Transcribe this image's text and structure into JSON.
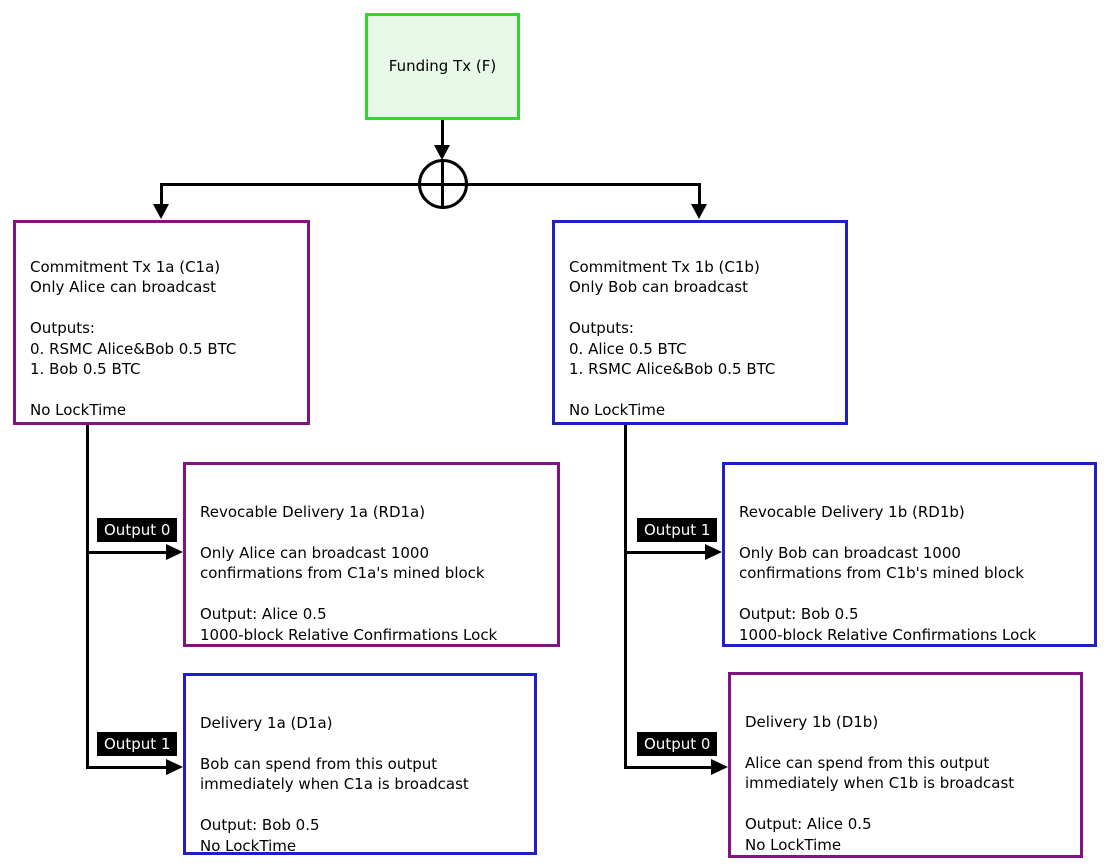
{
  "diagram": {
    "nodes": {
      "funding": {
        "label": "Funding Tx (F)"
      },
      "c1a": {
        "text": "Commitment Tx 1a (C1a)\nOnly Alice can broadcast\n\nOutputs:\n0. RSMC Alice&Bob 0.5 BTC\n1. Bob 0.5 BTC\n\nNo LockTime"
      },
      "c1b": {
        "text": "Commitment Tx 1b (C1b)\nOnly Bob can broadcast\n\nOutputs:\n0. Alice 0.5 BTC\n1. RSMC Alice&Bob 0.5 BTC\n\nNo LockTime"
      },
      "rd1a": {
        "text": "Revocable Delivery 1a (RD1a)\n\nOnly Alice can broadcast 1000\nconfirmations from C1a's mined block\n\nOutput: Alice 0.5\n1000-block Relative Confirmations Lock"
      },
      "d1a": {
        "text": "Delivery 1a (D1a)\n\nBob can spend from this output\nimmediately when C1a is broadcast\n\nOutput: Bob 0.5\nNo LockTime"
      },
      "rd1b": {
        "text": "Revocable Delivery 1b (RD1b)\n\nOnly Bob can broadcast 1000\nconfirmations from C1b's mined block\n\nOutput: Bob 0.5\n1000-block Relative Confirmations Lock"
      },
      "d1b": {
        "text": "Delivery 1b (D1b)\n\nAlice can spend from this output\nimmediately when C1b is broadcast\n\nOutput: Alice 0.5\nNo LockTime"
      }
    },
    "edge_labels": {
      "c1a_to_rd1a": "Output 0",
      "c1a_to_d1a": "Output 1",
      "c1b_to_rd1b": "Output 1",
      "c1b_to_d1b": "Output 0"
    },
    "colors": {
      "funding_border": "#35d435",
      "funding_fill": "#e8f8e8",
      "purple_border": "#821482",
      "blue_border": "#1f1fc8",
      "edge_label_bg": "#000000",
      "edge_label_fg": "#ffffff",
      "connector": "#000000"
    }
  }
}
